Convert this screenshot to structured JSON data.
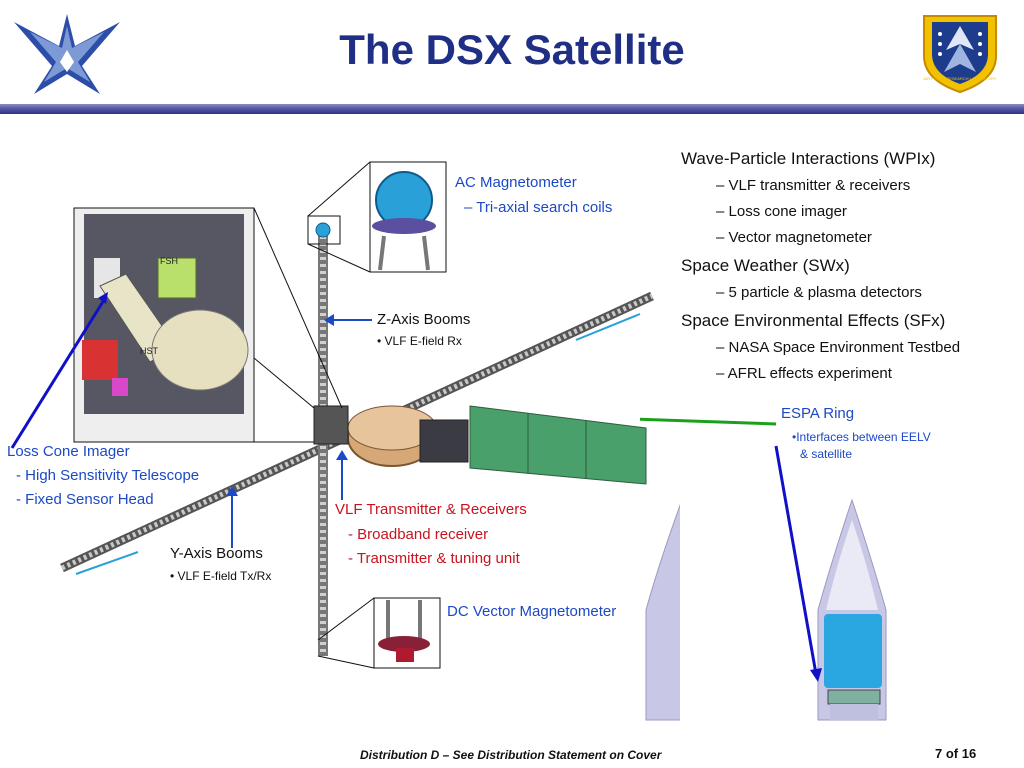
{
  "header": {
    "title": "The DSX Satellite",
    "accent_color": "#1f2f86",
    "left_logo_icon": "air-force-wings-icon",
    "right_logo_icon": "afrl-shield-icon",
    "right_logo_text": "AIR FORCE RESEARCH LABORATORY"
  },
  "diagram": {
    "inset_labels": {
      "fsh": "FSH",
      "hst": "HST"
    },
    "callouts": {
      "ac_mag": {
        "title": "AC Magnetometer",
        "sub": "– Tri-axial search coils"
      },
      "z_boom": {
        "title": "Z-Axis Booms",
        "sub": "• VLF E-field Rx"
      },
      "loss_cone": {
        "title": "Loss Cone Imager",
        "sub1": "- High Sensitivity Telescope",
        "sub2": "- Fixed Sensor Head"
      },
      "y_boom": {
        "title": "Y-Axis Booms",
        "sub": "• VLF E-field Tx/Rx"
      },
      "vlf": {
        "title": "VLF Transmitter & Receivers",
        "sub1": "-  Broadband receiver",
        "sub2": "-  Transmitter & tuning unit"
      },
      "dc_mag": {
        "title": "DC Vector Magnetometer"
      },
      "espa": {
        "title": "ESPA Ring",
        "sub1": "•Interfaces between EELV",
        "sub2": "& satellite"
      }
    }
  },
  "experiments": {
    "items": [
      {
        "heading": "Wave-Particle Interactions (WPIx)",
        "subs": [
          "–   VLF transmitter & receivers",
          "–   Loss cone imager",
          "–  Vector magnetometer"
        ]
      },
      {
        "heading": "Space Weather (SWx)",
        "subs": [
          "–  5 particle & plasma detectors"
        ]
      },
      {
        "heading": "Space Environmental Effects (SFx)",
        "subs": [
          "–   NASA Space Environment Testbed",
          "–   AFRL effects experiment"
        ]
      }
    ]
  },
  "footer": {
    "distribution": "Distribution D – See Distribution Statement on Cover",
    "page": "7 of 16"
  }
}
